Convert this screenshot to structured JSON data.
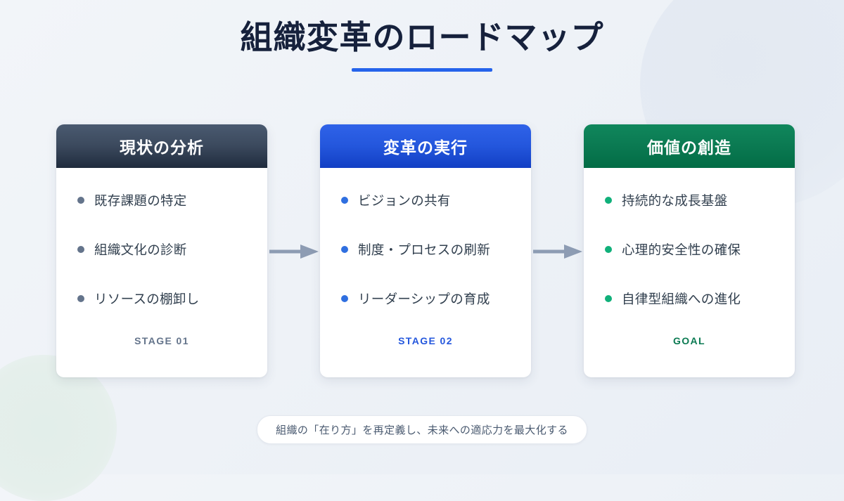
{
  "header": {
    "title": "組織変革のロードマップ",
    "accent_color": "#2563eb"
  },
  "stages": [
    {
      "heading": "現状の分析",
      "header_color": "#1f2b3d",
      "bullet_color": "#64748b",
      "items": [
        "既存課題の特定",
        "組織文化の診断",
        "リソースの棚卸し"
      ],
      "footer": "STAGE 01"
    },
    {
      "heading": "変革の実行",
      "header_color": "#2457dd",
      "bullet_color": "#2f6fe0",
      "items": [
        "ビジョンの共有",
        "制度・プロセスの刷新",
        "リーダーシップの育成"
      ],
      "footer": "STAGE 02"
    },
    {
      "heading": "価値の創造",
      "header_color": "#0b7a52",
      "bullet_color": "#10b07a",
      "items": [
        "持続的な成長基盤",
        "心理的安全性の確保",
        "自律型組織への進化"
      ],
      "footer": "GOAL"
    }
  ],
  "connectors": {
    "color": "#8d9cb3",
    "icon": "arrow-right-icon"
  },
  "footnote": {
    "text": "組織の「在り方」を再定義し、未来への適応力を最大化する"
  }
}
